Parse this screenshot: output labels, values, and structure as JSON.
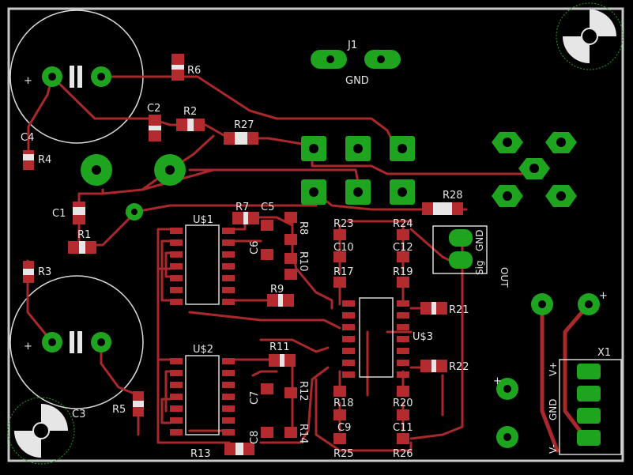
{
  "board": {
    "outline_color": "#c8c8c8",
    "trace_color": "#a8282c",
    "pad_color": "#1fa41f",
    "silk_color": "#e6e6e6"
  },
  "labels": {
    "J1": "J1",
    "GND_top": "GND",
    "R6": "R6",
    "C2": "C2",
    "R2": "R2",
    "R27": "R27",
    "C4": "C4",
    "R4": "R4",
    "C1": "C1",
    "R1": "R1",
    "R3": "R3",
    "R7": "R7",
    "C5": "C5",
    "R8": "R8",
    "C6": "C6",
    "R10": "R10",
    "R9": "R9",
    "U1": "U$1",
    "U2": "U$2",
    "U3": "U$3",
    "R23": "R23",
    "R24": "R24",
    "C10": "C10",
    "C12": "C12",
    "R17": "R17",
    "R19": "R19",
    "R28": "R28",
    "Sig": "Sig",
    "GND_out": "GND",
    "OUT": "OUT",
    "R21": "R21",
    "R11": "R11",
    "R22": "R22",
    "C7": "C7",
    "R12": "R12",
    "R5": "R5",
    "C3": "C3",
    "R14": "R14",
    "C8": "C8",
    "R13": "R13",
    "R18": "R18",
    "R20": "R20",
    "C9": "C9",
    "C11": "C11",
    "R25": "R25",
    "R26": "R26",
    "X1": "X1",
    "Vplus": "V+",
    "GND_x1": "GND",
    "Vminus": "V-",
    "plus1": "+",
    "plus2": "+",
    "plus3": "+",
    "plus4": "+"
  }
}
